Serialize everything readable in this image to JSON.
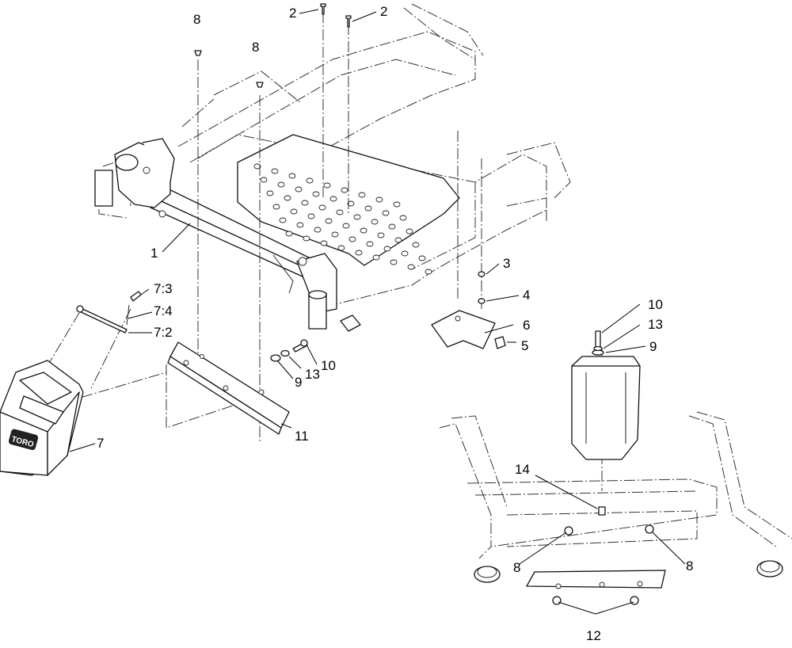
{
  "callouts": {
    "c1": "1",
    "c2a": "2",
    "c2b": "2",
    "c3": "3",
    "c4": "4",
    "c5": "5",
    "c6": "6",
    "c7": "7",
    "c7_2": "7:2",
    "c7_3": "7:3",
    "c7_4": "7:4",
    "c8a": "8",
    "c8b": "8",
    "c8c": "8",
    "c8d": "8",
    "c9a": "9",
    "c9b": "9",
    "c10a": "10",
    "c10b": "10",
    "c11": "11",
    "c12": "12",
    "c13a": "13",
    "c13b": "13",
    "c14": "14"
  },
  "logo_text": "TORO",
  "icons": {
    "frame": "mower-frame-outline",
    "bracket": "mounting-bracket",
    "weight": "counterweight",
    "bolt": "bolt",
    "washer": "washer",
    "nut": "nut",
    "plate": "deflector-plate"
  }
}
